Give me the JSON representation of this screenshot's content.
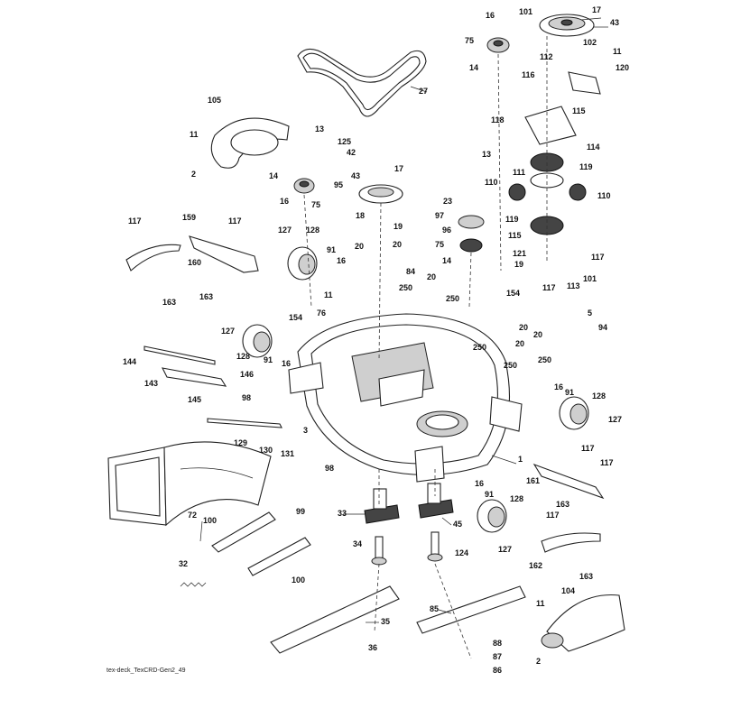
{
  "caption": "tex-deck_TexCRD-Gen2_49",
  "callouts": [
    "16",
    "101",
    "17",
    "43",
    "75",
    "102",
    "11",
    "112",
    "14",
    "120",
    "116",
    "27",
    "105",
    "13",
    "11",
    "125",
    "42",
    "118",
    "115",
    "114",
    "13",
    "2",
    "14",
    "95",
    "43",
    "17",
    "111",
    "119",
    "16",
    "75",
    "110",
    "110",
    "23",
    "18",
    "19",
    "117",
    "159",
    "117",
    "127",
    "128",
    "97",
    "96",
    "119",
    "115",
    "20",
    "20",
    "75",
    "121",
    "117",
    "160",
    "91",
    "16",
    "84",
    "14",
    "19",
    "101",
    "117",
    "113",
    "163",
    "163",
    "11",
    "20",
    "250",
    "250",
    "154",
    "76",
    "154",
    "20",
    "20",
    "5",
    "94",
    "127",
    "128",
    "91",
    "16",
    "250",
    "20",
    "250",
    "250",
    "144",
    "146",
    "143",
    "145",
    "98",
    "16",
    "91",
    "128",
    "127",
    "3",
    "129",
    "130",
    "131",
    "98",
    "1",
    "117",
    "161",
    "117",
    "163",
    "16",
    "91",
    "128",
    "72",
    "33",
    "45",
    "100",
    "99",
    "117",
    "127",
    "34",
    "124",
    "162",
    "163",
    "32",
    "100",
    "11",
    "104",
    "85",
    "35",
    "88",
    "87",
    "86",
    "36",
    "2"
  ]
}
